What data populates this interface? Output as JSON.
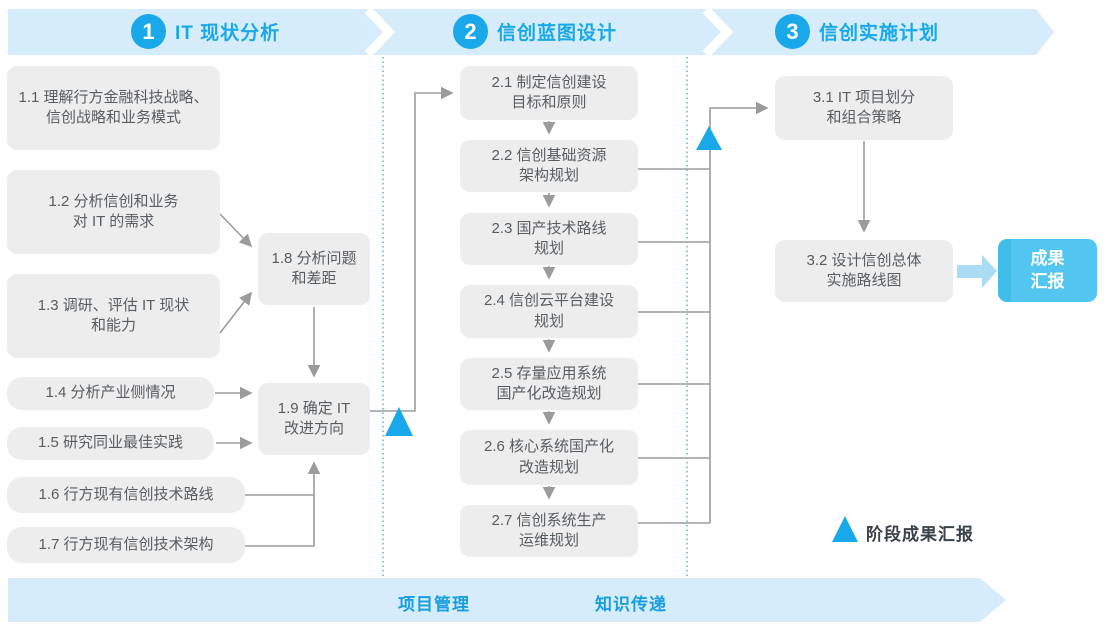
{
  "phases": [
    {
      "number": "1",
      "title": "IT 现状分析"
    },
    {
      "number": "2",
      "title": "信创蓝图设计"
    },
    {
      "number": "3",
      "title": "信创实施计划"
    }
  ],
  "steps1": [
    {
      "id": "1.1",
      "text": "1.1 理解行方金融科技战略、\n信创战略和业务模式"
    },
    {
      "id": "1.2",
      "text": "1.2 分析信创和业务\n对 IT 的需求"
    },
    {
      "id": "1.3",
      "text": "1.3 调研、评估 IT 现状\n和能力"
    },
    {
      "id": "1.4",
      "text": "1.4 分析产业侧情况"
    },
    {
      "id": "1.5",
      "text": "1.5 研究同业最佳实践"
    },
    {
      "id": "1.6",
      "text": "1.6 行方现有信创技术路线"
    },
    {
      "id": "1.7",
      "text": "1.7 行方现有信创技术架构"
    },
    {
      "id": "1.8",
      "text": "1.8 分析问题\n和差距"
    },
    {
      "id": "1.9",
      "text": "1.9 确定 IT\n改进方向"
    }
  ],
  "steps2": [
    {
      "id": "2.1",
      "text": "2.1 制定信创建设\n目标和原则"
    },
    {
      "id": "2.2",
      "text": "2.2 信创基础资源\n架构规划"
    },
    {
      "id": "2.3",
      "text": "2.3 国产技术路线\n规划"
    },
    {
      "id": "2.4",
      "text": "2.4 信创云平台建设\n规划"
    },
    {
      "id": "2.5",
      "text": "2.5 存量应用系统\n国产化改造规划"
    },
    {
      "id": "2.6",
      "text": "2.6 核心系统国产化\n改造规划"
    },
    {
      "id": "2.7",
      "text": "2.7 信创系统生产\n运维规划"
    }
  ],
  "steps3": [
    {
      "id": "3.1",
      "text": "3.1 IT 项目划分\n和组合策略"
    },
    {
      "id": "3.2",
      "text": "3.2 设计信创总体\n实施路线图"
    }
  ],
  "result_box": {
    "text": "成果\n汇报"
  },
  "legend": {
    "label": "阶段成果汇报"
  },
  "banner": {
    "left": "项目管理",
    "right": "知识传递"
  },
  "colors": {
    "accent_blue": "#19a8e9",
    "band_light_blue": "#d6ecfa",
    "box_gray": "#ededee",
    "box_text": "#585d61",
    "connector_gray": "#9b9b9b",
    "result_blue": "#52c5f0"
  }
}
